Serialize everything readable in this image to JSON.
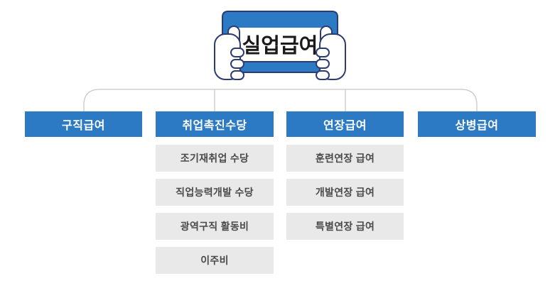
{
  "banner": {
    "title": "실업급여"
  },
  "tree": {
    "root": "실업급여",
    "branches": [
      {
        "label": "구직급여",
        "children": []
      },
      {
        "label": "취업촉진수당",
        "children": [
          "조기재취업 수당",
          "직업능력개발 수당",
          "광역구직 활동비",
          "이주비"
        ]
      },
      {
        "label": "연장급여",
        "children": [
          "훈련연장 급여",
          "개발연장 급여",
          "특별연장 급여"
        ]
      },
      {
        "label": "상병급여",
        "children": []
      }
    ]
  },
  "colors": {
    "primary_blue": "#2b7ac3",
    "outline_navy": "#2d3c6e",
    "sub_box_gray": "#e9e9e9",
    "sub_text_gray": "#4a4a4a",
    "connector_gray": "#c8c8c8",
    "banner_text": "#1a1a1a"
  }
}
